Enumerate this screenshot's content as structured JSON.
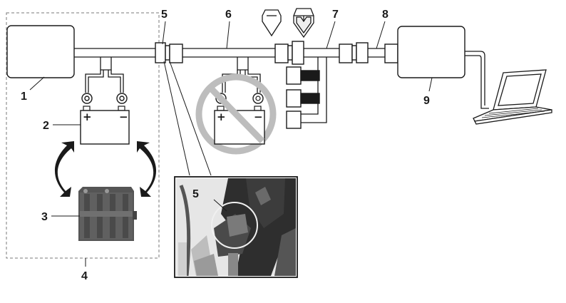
{
  "callouts": {
    "c1": "1",
    "c2": "2",
    "c3": "3",
    "c4": "4",
    "c5": "5",
    "c6": "6",
    "c7": "7",
    "c8": "8",
    "c9": "9",
    "c5_inset": "5"
  },
  "battery": {
    "plus": "+",
    "minus": "−"
  },
  "battery_crossed": {
    "plus": "+",
    "minus": "−"
  },
  "colors": {
    "stroke": "#1a1a1a",
    "fill_box": "#ffffff",
    "prohibit": "#bdbdbd",
    "dashed_frame": "#7a7a7a",
    "photo_dark": "#3a3a3a"
  },
  "icons": {
    "laptop": "laptop-icon",
    "connector_caps": "connector-cap-icon",
    "swap_arrows": "curved-double-arrow-icon",
    "prohibited": "prohibited-icon"
  }
}
